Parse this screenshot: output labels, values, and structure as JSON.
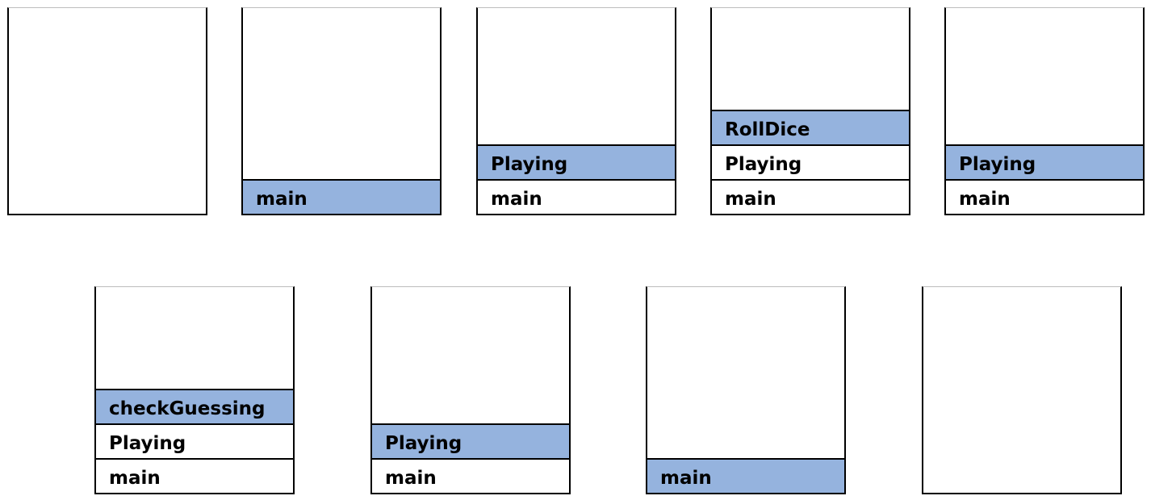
{
  "colors": {
    "active_frame": "#95b3de",
    "inactive_frame": "#ffffff",
    "border": "#000000"
  },
  "stacks": [
    {
      "frames": []
    },
    {
      "frames": [
        {
          "label": "main",
          "active": true
        }
      ]
    },
    {
      "frames": [
        {
          "label": "main",
          "active": false
        },
        {
          "label": "Playing",
          "active": true
        }
      ]
    },
    {
      "frames": [
        {
          "label": "main",
          "active": false
        },
        {
          "label": "Playing",
          "active": false
        },
        {
          "label": "RollDice",
          "active": true
        }
      ]
    },
    {
      "frames": [
        {
          "label": "main",
          "active": false
        },
        {
          "label": "Playing",
          "active": true
        }
      ]
    },
    {
      "frames": [
        {
          "label": "main",
          "active": false
        },
        {
          "label": "Playing",
          "active": false
        },
        {
          "label": "checkGuessing",
          "active": true
        }
      ]
    },
    {
      "frames": [
        {
          "label": "main",
          "active": false
        },
        {
          "label": "Playing",
          "active": true
        }
      ]
    },
    {
      "frames": [
        {
          "label": "main",
          "active": true
        }
      ]
    },
    {
      "frames": []
    }
  ]
}
